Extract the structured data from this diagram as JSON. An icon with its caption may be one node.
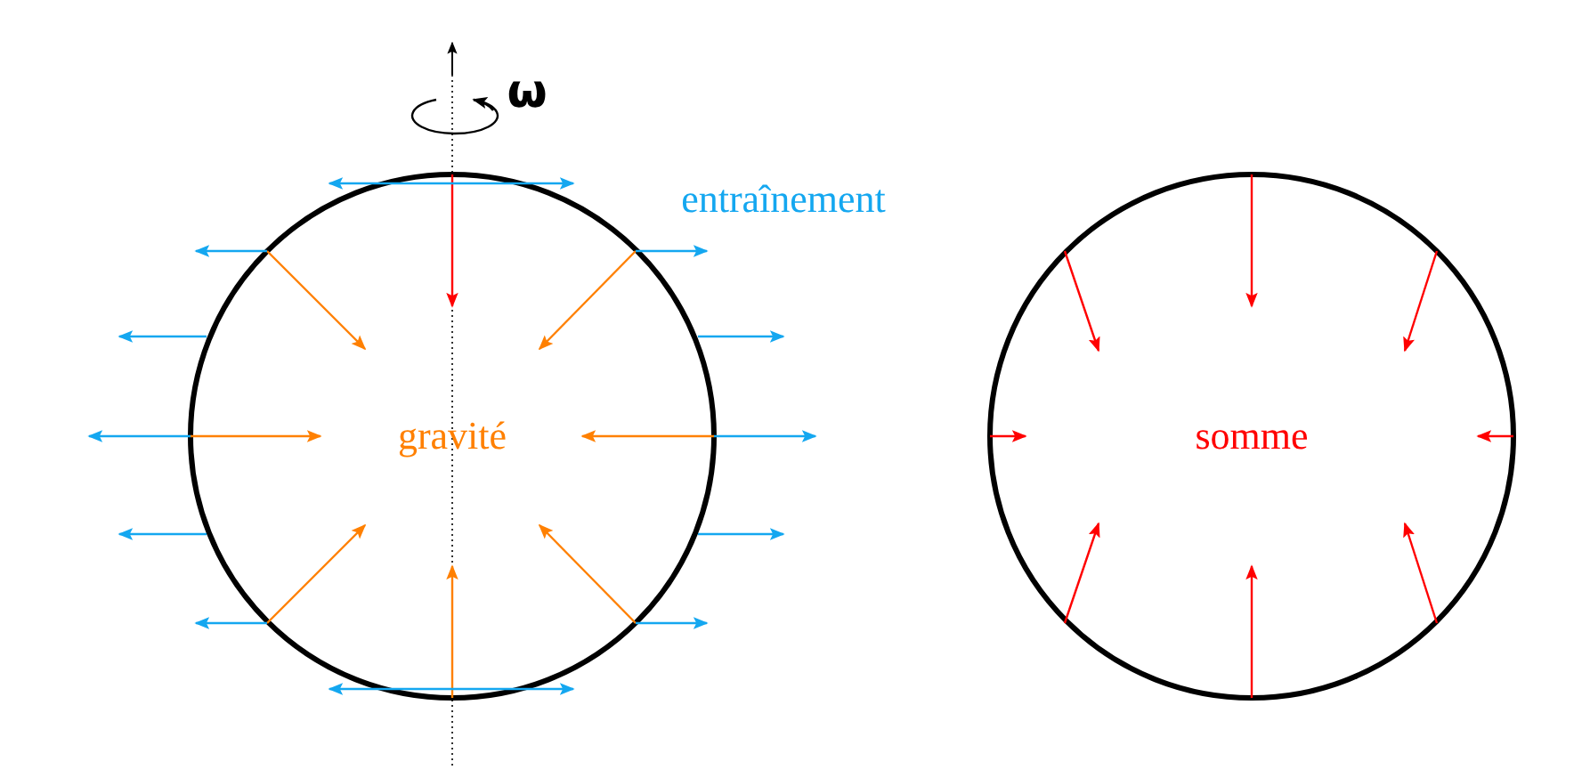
{
  "diagram": {
    "nodes": [
      {
        "text": [
          "gravité"
        ]
      },
      {
        "text": [
          "somme"
        ]
      }
    ],
    "labels": [
      "ω",
      "entraînement"
    ]
  }
}
